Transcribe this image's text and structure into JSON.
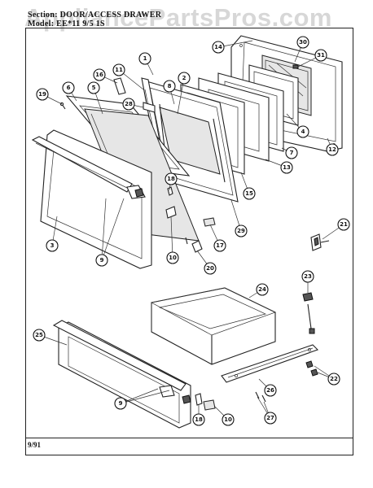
{
  "header": {
    "section_line": "Section: DOOR/ACCESS DRAWER",
    "model_line": "Model: EE*11 9/5 1S"
  },
  "watermark": "AppliancePartsPros.com",
  "footer": {
    "date": "9/91"
  },
  "callouts": [
    {
      "id": "c1",
      "label": "1"
    },
    {
      "id": "c2",
      "label": "2"
    },
    {
      "id": "c3",
      "label": "3"
    },
    {
      "id": "c4",
      "label": "4"
    },
    {
      "id": "c5",
      "label": "5"
    },
    {
      "id": "c6",
      "label": "6"
    },
    {
      "id": "c7",
      "label": "7"
    },
    {
      "id": "c8",
      "label": "8"
    },
    {
      "id": "c9a",
      "label": "9"
    },
    {
      "id": "c9b",
      "label": "9"
    },
    {
      "id": "c10a",
      "label": "10"
    },
    {
      "id": "c10b",
      "label": "10"
    },
    {
      "id": "c11",
      "label": "11"
    },
    {
      "id": "c12",
      "label": "12"
    },
    {
      "id": "c13",
      "label": "13"
    },
    {
      "id": "c14",
      "label": "14"
    },
    {
      "id": "c15",
      "label": "15"
    },
    {
      "id": "c16",
      "label": "16"
    },
    {
      "id": "c17",
      "label": "17"
    },
    {
      "id": "c18a",
      "label": "18"
    },
    {
      "id": "c18b",
      "label": "18"
    },
    {
      "id": "c19",
      "label": "19"
    },
    {
      "id": "c20",
      "label": "20"
    },
    {
      "id": "c21",
      "label": "21"
    },
    {
      "id": "c22",
      "label": "22"
    },
    {
      "id": "c23",
      "label": "23"
    },
    {
      "id": "c24",
      "label": "24"
    },
    {
      "id": "c25",
      "label": "25"
    },
    {
      "id": "c26",
      "label": "26"
    },
    {
      "id": "c27",
      "label": "27"
    },
    {
      "id": "c28",
      "label": "28"
    },
    {
      "id": "c29",
      "label": "29"
    },
    {
      "id": "c30",
      "label": "30"
    },
    {
      "id": "c31",
      "label": "31"
    }
  ]
}
